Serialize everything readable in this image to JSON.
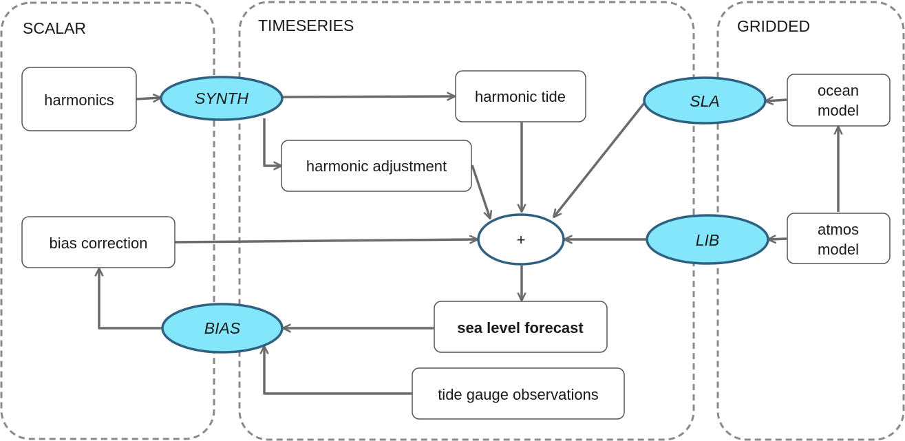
{
  "regions": {
    "scalar": "SCALAR",
    "timeseries": "TIMESERIES",
    "gridded": "GRIDDED"
  },
  "nodes": {
    "harmonics": "harmonics",
    "synth": "SYNTH",
    "harmonic_tide": "harmonic tide",
    "harmonic_adjustment": "harmonic adjustment",
    "sla": "SLA",
    "ocean_model": [
      "ocean",
      "model"
    ],
    "bias_correction": "bias correction",
    "sum": "+",
    "lib": "LIB",
    "atmos_model": [
      "atmos",
      "model"
    ],
    "bias": "BIAS",
    "sea_level_forecast": "sea level forecast",
    "tide_gauge_observations": "tide gauge observations"
  },
  "colors": {
    "process_fill": "#84e6fb",
    "process_stroke": "#2f6180",
    "edge": "#6b6b6b",
    "region_border": "#8a8a8a"
  }
}
